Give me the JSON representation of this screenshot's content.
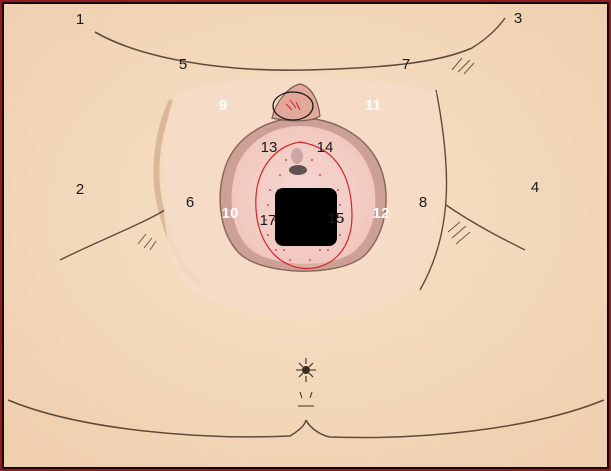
{
  "colors": {
    "frame_border": "#8b1f1f",
    "skin": "#f4dcc0",
    "skin_shadow": "#e5c3a0",
    "inner_fold": "#f6d6d0",
    "outline": "#6b5a4a",
    "marked_area_outline": "#d42424",
    "dark_center": "#000000"
  },
  "labels": [
    {
      "id": "1",
      "text": "1",
      "tone": "dark"
    },
    {
      "id": "2",
      "text": "2",
      "tone": "dark"
    },
    {
      "id": "3",
      "text": "3",
      "tone": "dark"
    },
    {
      "id": "4",
      "text": "4",
      "tone": "dark"
    },
    {
      "id": "5",
      "text": "5",
      "tone": "dark"
    },
    {
      "id": "6",
      "text": "6",
      "tone": "dark"
    },
    {
      "id": "7",
      "text": "7",
      "tone": "dark"
    },
    {
      "id": "8",
      "text": "8",
      "tone": "dark"
    },
    {
      "id": "9",
      "text": "9",
      "tone": "light"
    },
    {
      "id": "10",
      "text": "10",
      "tone": "light"
    },
    {
      "id": "11",
      "text": "11",
      "tone": "light"
    },
    {
      "id": "12",
      "text": "12",
      "tone": "light"
    },
    {
      "id": "13",
      "text": "13",
      "tone": "dark"
    },
    {
      "id": "14",
      "text": "14",
      "tone": "dark"
    },
    {
      "id": "15",
      "text": "15",
      "tone": "dark"
    },
    {
      "id": "17",
      "text": "17",
      "tone": "dark"
    }
  ]
}
